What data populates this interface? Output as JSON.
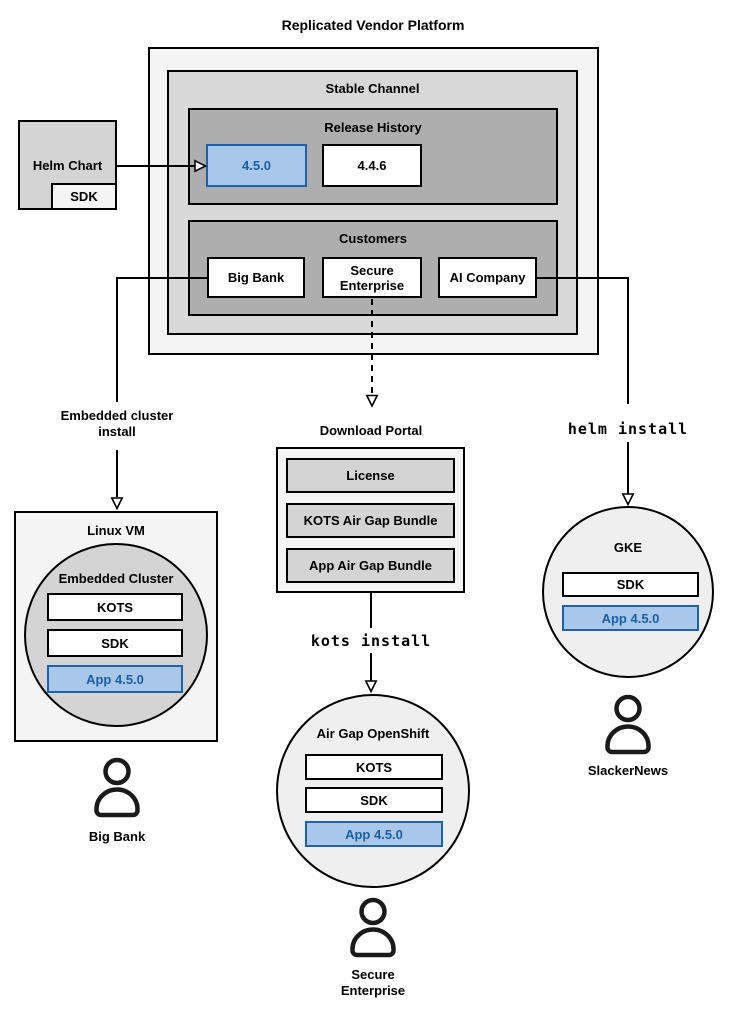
{
  "diagram": {
    "title": "Replicated Vendor Platform"
  },
  "platform": {
    "stable_channel": {
      "title": "Stable Channel",
      "release_history": {
        "title": "Release History",
        "releases": [
          {
            "version": "4.5.0"
          },
          {
            "version": "4.4.6"
          }
        ]
      },
      "customers": {
        "title": "Customers",
        "items": [
          {
            "name": "Big Bank"
          },
          {
            "name": "Secure Enterprise"
          },
          {
            "name": "AI Company"
          }
        ]
      }
    }
  },
  "helm_chart": {
    "label": "Helm Chart",
    "sdk": "SDK"
  },
  "flows": {
    "embedded": {
      "arrow_label": "Embedded cluster install",
      "vm_title": "Linux VM",
      "cluster_title": "Embedded Cluster",
      "components": [
        "KOTS",
        "SDK",
        "App 4.5.0"
      ],
      "persona": "Big Bank"
    },
    "airgap": {
      "portal_title": "Download Portal",
      "portal_items": [
        "License",
        "KOTS Air Gap Bundle",
        "App Air Gap Bundle"
      ],
      "command": "kots install",
      "cluster_title": "Air Gap OpenShift",
      "components": [
        "KOTS",
        "SDK",
        "App 4.5.0"
      ],
      "persona": "Secure Enterprise"
    },
    "helm": {
      "command": "helm install",
      "cluster_title": "GKE",
      "components": [
        "SDK",
        "App 4.5.0"
      ],
      "persona": "SlackerNews"
    }
  },
  "colors": {
    "highlight_fill": "#a9c7e8",
    "highlight_stroke": "#1f62a8",
    "highlight_text": "#1b5fa5",
    "container_light": "#f4f4f4",
    "container_mid": "#d8d8d8",
    "container_dark": "#aeaeae"
  }
}
